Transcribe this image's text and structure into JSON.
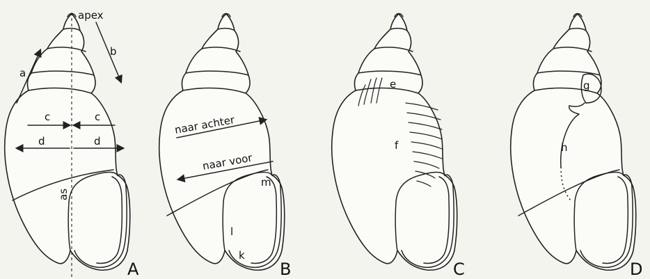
{
  "shell_a": {
    "apex": "apex",
    "a": "a",
    "b": "b",
    "c_left": "c",
    "c_right": "c",
    "d_left": "d",
    "d_right": "d",
    "as": "as",
    "panel": "A"
  },
  "shell_b": {
    "back": "naar achter",
    "forward": "naar voor",
    "m": "m",
    "l": "l",
    "k": "k",
    "panel": "B"
  },
  "shell_c": {
    "e": "e",
    "f": "f",
    "panel": "C"
  },
  "shell_d": {
    "g": "g",
    "h": "h",
    "panel": "D"
  }
}
